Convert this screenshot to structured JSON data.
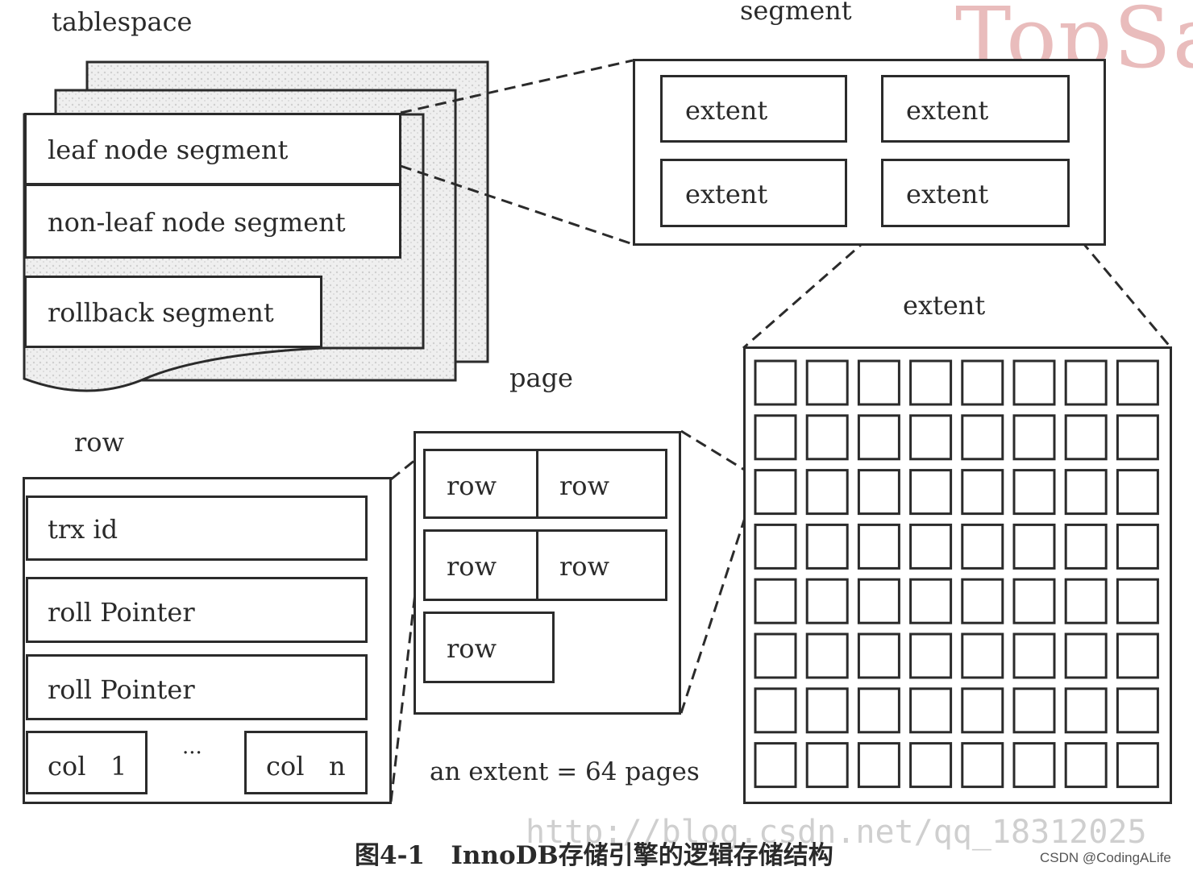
{
  "watermark": "TopSa",
  "watermark_url": "http://blog.csdn.net/qq_18312025",
  "credit": "CSDN @CodingALife",
  "caption": "图4-1   InnoDB存储引擎的逻辑存储结构",
  "tablespace": {
    "title": "tablespace",
    "segments": [
      "leaf node segment",
      "non-leaf node segment",
      "rollback segment"
    ]
  },
  "segment": {
    "title": "segment",
    "extents": [
      "extent",
      "extent",
      "extent",
      "extent"
    ]
  },
  "extent": {
    "title": "extent",
    "grid_rows": 8,
    "grid_cols": 8
  },
  "page": {
    "title": "page",
    "rows": [
      "row",
      "row",
      "row",
      "row",
      "row"
    ],
    "note": "an extent = 64 pages"
  },
  "row": {
    "title": "row",
    "fields": [
      "trx id",
      "roll Pointer",
      "roll Pointer"
    ],
    "col_first": "col   1",
    "ellipsis": "···",
    "col_last": "col   n"
  },
  "colors": {
    "line": "#2b2b2b",
    "texture": "#e4e4e4",
    "watermark": "#e9bcbc"
  }
}
